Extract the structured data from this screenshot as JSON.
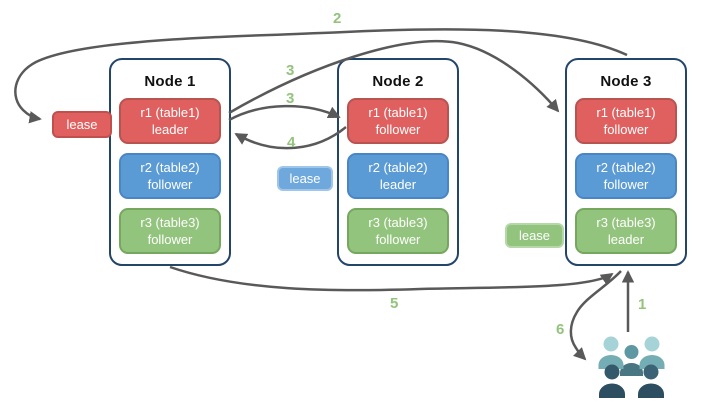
{
  "nodes": [
    {
      "title": "Node 1",
      "replicas": [
        {
          "name": "r1 (table1)",
          "role": "leader",
          "color": "red"
        },
        {
          "name": "r2 (table2)",
          "role": "follower",
          "color": "blue"
        },
        {
          "name": "r3 (table3)",
          "role": "follower",
          "color": "green"
        }
      ]
    },
    {
      "title": "Node 2",
      "replicas": [
        {
          "name": "r1 (table1)",
          "role": "follower",
          "color": "red"
        },
        {
          "name": "r2 (table2)",
          "role": "leader",
          "color": "blue"
        },
        {
          "name": "r3 (table3)",
          "role": "follower",
          "color": "green"
        }
      ]
    },
    {
      "title": "Node 3",
      "replicas": [
        {
          "name": "r1 (table1)",
          "role": "follower",
          "color": "red"
        },
        {
          "name": "r2 (table2)",
          "role": "follower",
          "color": "blue"
        },
        {
          "name": "r3 (table3)",
          "role": "leader",
          "color": "green"
        }
      ]
    }
  ],
  "leases": [
    {
      "label": "lease",
      "color": "red"
    },
    {
      "label": "lease",
      "color": "blue"
    },
    {
      "label": "lease",
      "color": "green"
    }
  ],
  "steps": [
    {
      "n": "1"
    },
    {
      "n": "2"
    },
    {
      "n": "3"
    },
    {
      "n": "3"
    },
    {
      "n": "4"
    },
    {
      "n": "5"
    },
    {
      "n": "6"
    }
  ],
  "icons": {
    "clients": "people-group-icon"
  },
  "colors": {
    "replica_red": "#e06060",
    "replica_blue": "#5b9bd5",
    "replica_green": "#93c47d",
    "node_border": "#234569",
    "arrow": "#595959",
    "step_label": "#93c47d",
    "people_light": "#a6d3d7",
    "people_mid": "#5d98a3",
    "people_dark": "#2d4e60"
  }
}
